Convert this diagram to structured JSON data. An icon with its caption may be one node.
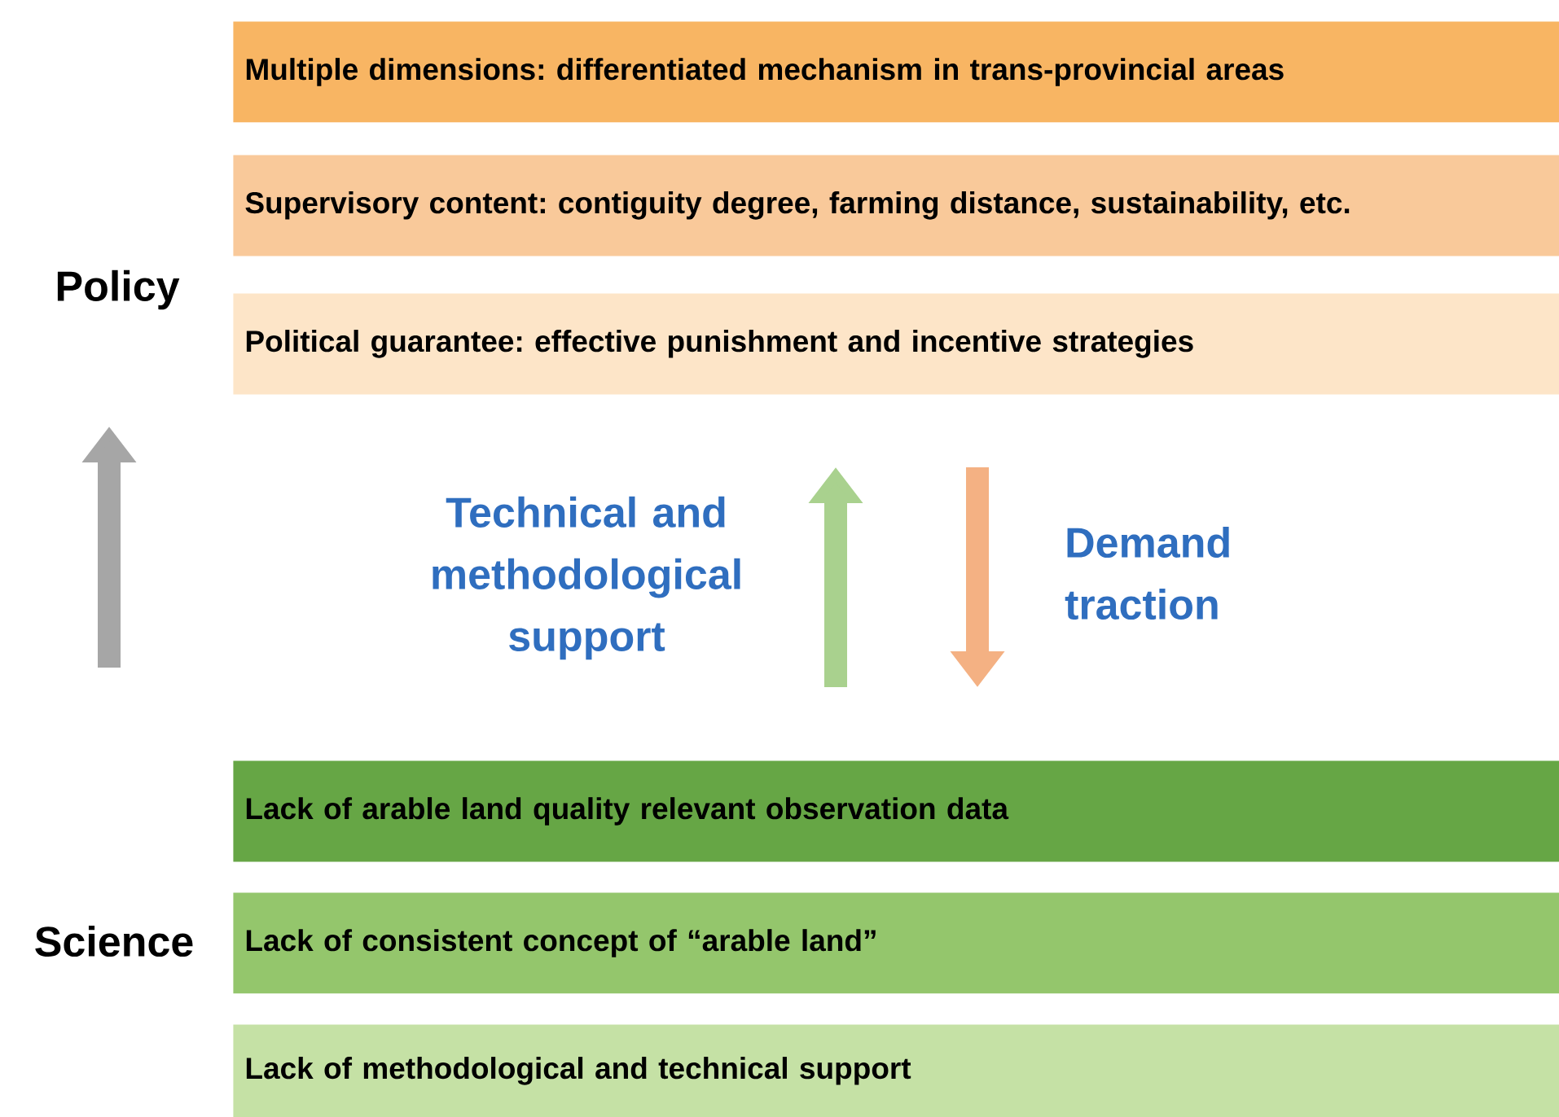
{
  "diagram": {
    "nodes": [
      {
        "text": [
          "Multiple dimensions: differentiated mechanism in trans-provincial areas"
        ]
      },
      {
        "text": [
          "Supervisory content: contiguity degree, farming distance, sustainability, etc."
        ]
      },
      {
        "text": [
          "Policy"
        ]
      },
      {
        "text": [
          "Political guarantee: effective punishment and incentive strategies"
        ]
      },
      {
        "text": [
          "Lack of arable land quality relevant observation data"
        ]
      },
      {
        "text": [
          "Science"
        ]
      },
      {
        "text": [
          "Lack of consistent concept of “arable land”"
        ]
      },
      {
        "text": [
          "Lack of methodological and technical support"
        ]
      }
    ],
    "labels": [
      "Technical and methodological support",
      "Demand traction"
    ]
  }
}
